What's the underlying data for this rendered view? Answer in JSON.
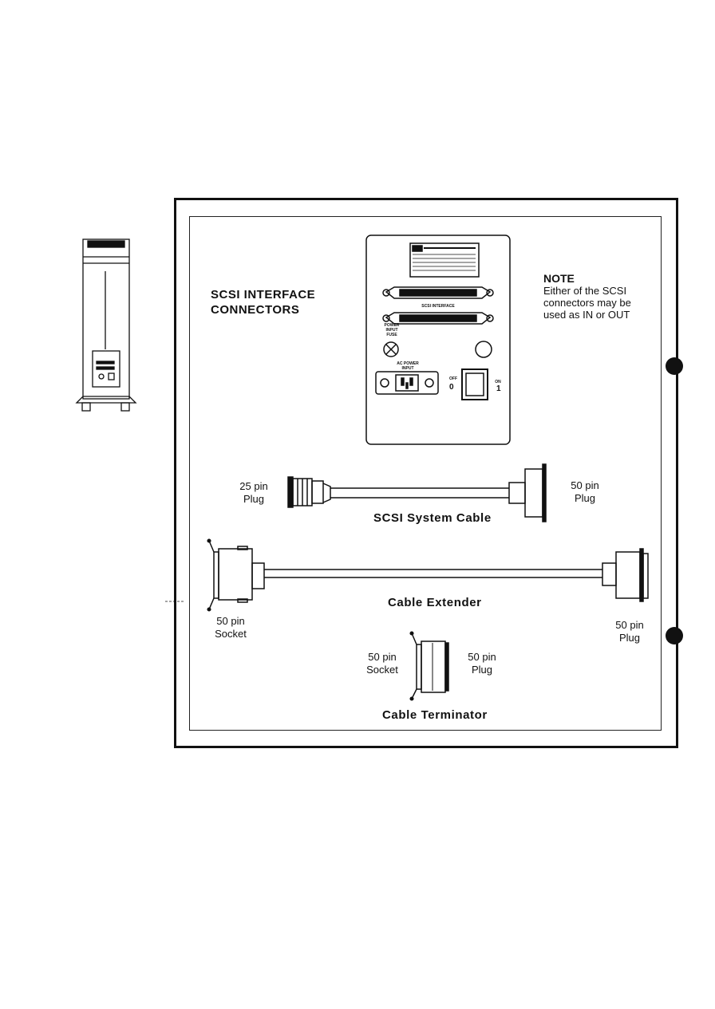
{
  "title": {
    "line1": "SCSI INTERFACE",
    "line2": "CONNECTORS"
  },
  "note": {
    "title": "NOTE",
    "lines": [
      "Either of the SCSI",
      "connectors may be",
      "used as IN or OUT"
    ]
  },
  "panel": {
    "interface_label": "SCSI INTERFACE",
    "power_input_fuse": [
      "POWER",
      "INPUT",
      "FUSE"
    ],
    "ac_power_input": [
      "AC POWER",
      "INPUT"
    ],
    "off_label": "OFF",
    "off_symbol": "0",
    "on_label": "ON",
    "on_symbol": "1"
  },
  "system_cable": {
    "caption": "SCSI System Cable",
    "left_label": [
      "25 pin",
      "Plug"
    ],
    "right_label": [
      "50 pin",
      "Plug"
    ]
  },
  "cable_extender": {
    "caption": "Cable Extender",
    "left_label": [
      "50 pin",
      "Socket"
    ],
    "right_label": [
      "50 pin",
      "Plug"
    ]
  },
  "cable_terminator": {
    "caption": "Cable Terminator",
    "left_label": [
      "50 pin",
      "Socket"
    ],
    "right_label": [
      "50 pin",
      "Plug"
    ]
  }
}
